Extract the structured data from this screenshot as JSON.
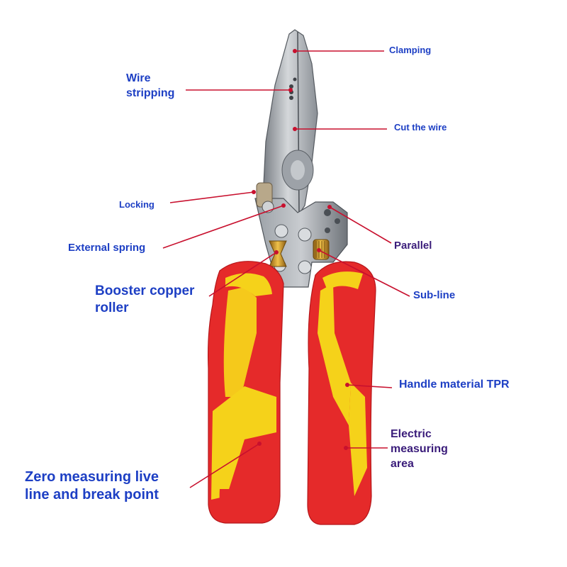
{
  "labels": {
    "clamping": "Clamping",
    "wire_stripping_1": "Wire",
    "wire_stripping_2": "stripping",
    "cut_the_wire": "Cut the wire",
    "locking": "Locking",
    "parallel": "Parallel",
    "external_spring": "External spring",
    "booster_1": "Booster copper",
    "booster_2": "roller",
    "sub_line": "Sub-line",
    "handle_material": "Handle material TPR",
    "electric_1": "Electric",
    "electric_2": "measuring",
    "electric_3": "area",
    "zero_1": "Zero measuring live",
    "zero_2": "line and break point"
  },
  "colors": {
    "label_blue": "#1d3fc4",
    "label_purple": "#3a1c7a",
    "leader_red": "#c8102e",
    "handle_red": "#e52a2a",
    "handle_yellow": "#f5d21a",
    "steel": "#a9aeb3"
  }
}
